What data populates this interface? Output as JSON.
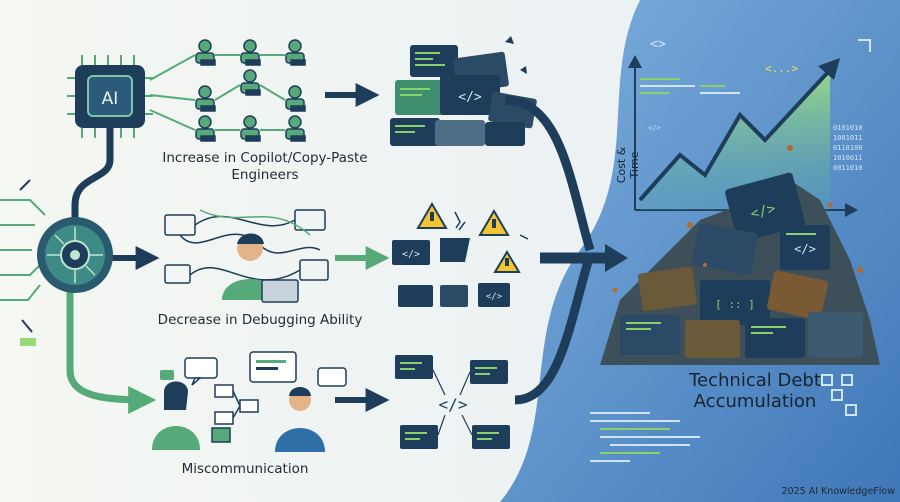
{
  "branches": [
    {
      "label_line1": "Increase in Copilot/Copy-Paste",
      "label_line2": "Engineers"
    },
    {
      "label": "Decrease in Debugging Ability"
    },
    {
      "label": "Miscommunication"
    }
  ],
  "ai_chip": {
    "text": "AI"
  },
  "outcome": {
    "line1": "Technical Debt",
    "line2": "Accumulation"
  },
  "chart": {
    "y_axis_label": "Cost & Time"
  },
  "credit": "2025 AI KnowledgeFlow",
  "colors": {
    "navy": "#1e3d5a",
    "green": "#56a978",
    "blue_panel": "#4f86c6",
    "code_green": "#8ad06b"
  },
  "icons": [
    "ai-chip-icon",
    "ai-brain-icon",
    "engineer-icon",
    "code-screen-icon",
    "warning-icon",
    "code-brackets-icon",
    "speech-bubble-icon",
    "rising-chart-icon",
    "debt-rubble-icon"
  ]
}
